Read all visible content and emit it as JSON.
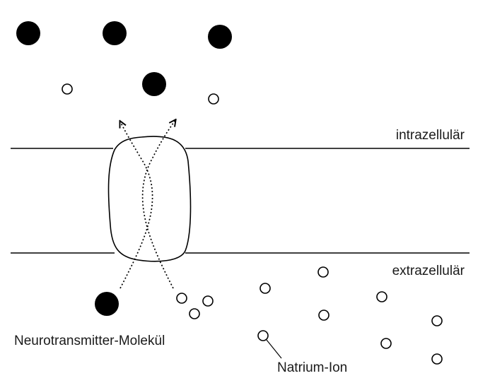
{
  "labels": {
    "intracellular": "intrazellulär",
    "extracellular": "extrazellulär",
    "neurotransmitter": "Neurotransmitter-Molekül",
    "sodium_ion": "Natrium-Ion"
  },
  "colors": {
    "line": "#000000",
    "neurotransmitter_fill": "#000000",
    "ion_fill": "#ffffff",
    "text": "#1a1a1a"
  }
}
